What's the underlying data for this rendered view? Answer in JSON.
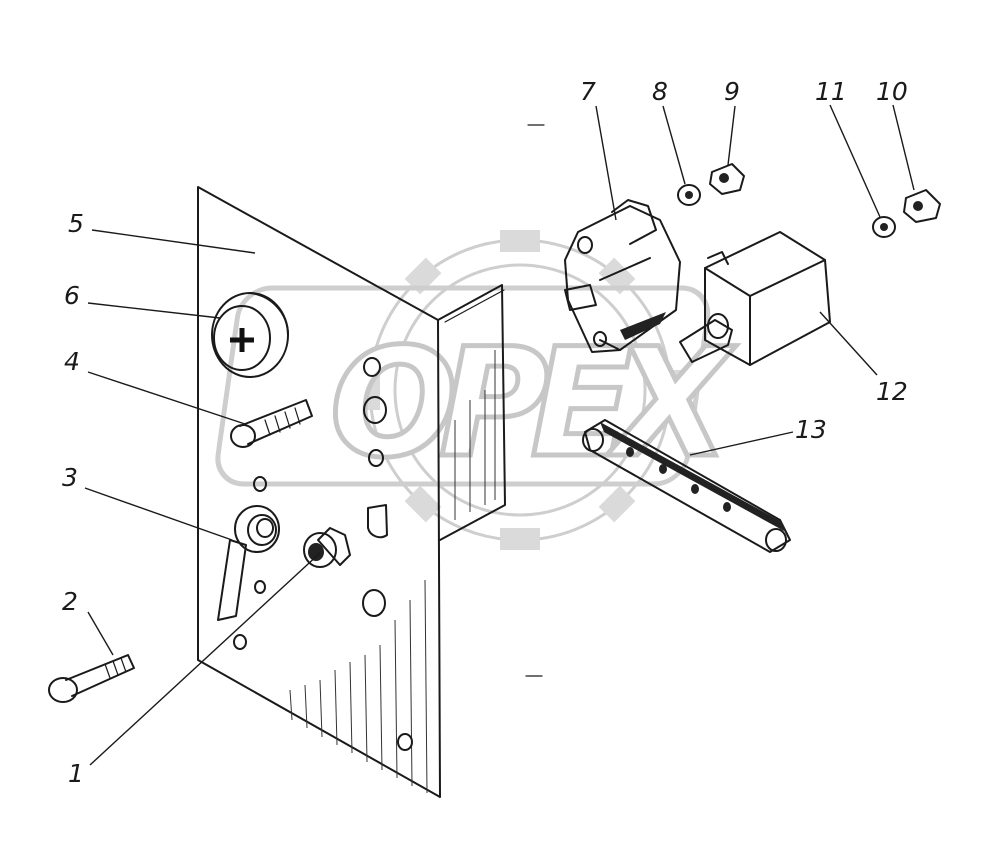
{
  "watermark": {
    "text": "OPEX",
    "color": "#c9c9c9"
  },
  "callouts": [
    {
      "id": "1",
      "label": "1"
    },
    {
      "id": "2",
      "label": "2"
    },
    {
      "id": "3",
      "label": "3"
    },
    {
      "id": "4",
      "label": "4"
    },
    {
      "id": "5",
      "label": "5"
    },
    {
      "id": "6",
      "label": "6"
    },
    {
      "id": "7",
      "label": "7"
    },
    {
      "id": "8",
      "label": "8"
    },
    {
      "id": "9",
      "label": "9"
    },
    {
      "id": "10",
      "label": "10"
    },
    {
      "id": "11",
      "label": "11"
    },
    {
      "id": "12",
      "label": "12"
    },
    {
      "id": "13",
      "label": "13"
    }
  ]
}
